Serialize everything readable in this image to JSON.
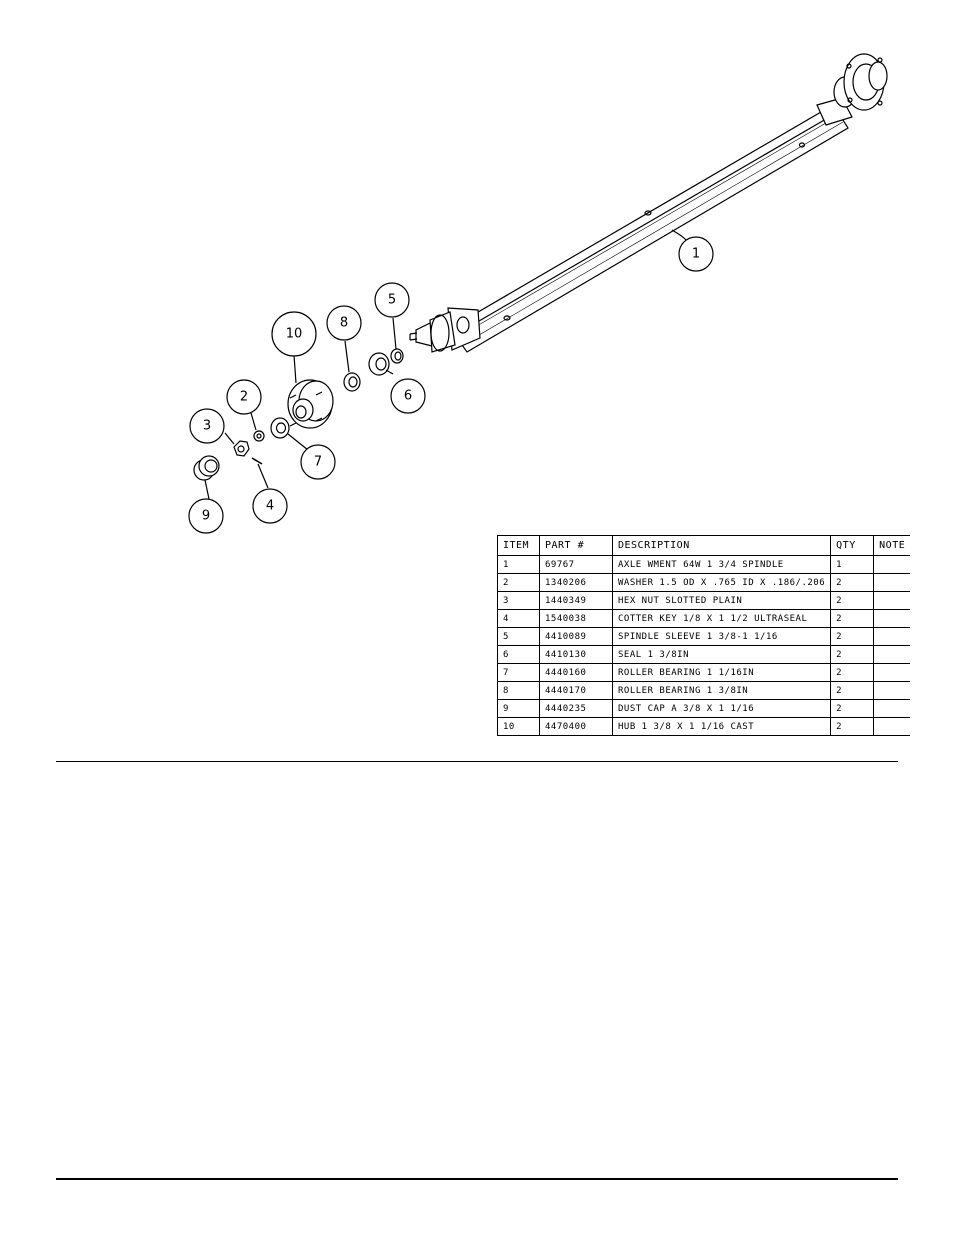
{
  "callouts": [
    {
      "id": "1",
      "label": "1"
    },
    {
      "id": "2",
      "label": "2"
    },
    {
      "id": "3",
      "label": "3"
    },
    {
      "id": "4",
      "label": "4"
    },
    {
      "id": "5",
      "label": "5"
    },
    {
      "id": "6",
      "label": "6"
    },
    {
      "id": "7",
      "label": "7"
    },
    {
      "id": "8",
      "label": "8"
    },
    {
      "id": "9",
      "label": "9"
    },
    {
      "id": "10",
      "label": "10"
    }
  ],
  "bom": {
    "headers": {
      "item": "ITEM",
      "part": "PART #",
      "description": "DESCRIPTION",
      "qty": "QTY",
      "note": "NOTE"
    },
    "rows": [
      {
        "item": "1",
        "part": "69767",
        "description": "AXLE WMENT 64W 1 3/4 SPINDLE",
        "qty": "1",
        "note": ""
      },
      {
        "item": "2",
        "part": "1340206",
        "description": "WASHER 1.5 OD X .765 ID X .186/.206",
        "qty": "2",
        "note": ""
      },
      {
        "item": "3",
        "part": "1440349",
        "description": "HEX NUT SLOTTED PLAIN",
        "qty": "2",
        "note": ""
      },
      {
        "item": "4",
        "part": "1540038",
        "description": "COTTER KEY 1/8 X 1 1/2 ULTRASEAL",
        "qty": "2",
        "note": ""
      },
      {
        "item": "5",
        "part": "4410089",
        "description": "SPINDLE SLEEVE 1 3/8-1 1/16",
        "qty": "2",
        "note": ""
      },
      {
        "item": "6",
        "part": "4410130",
        "description": "SEAL 1 3/8IN",
        "qty": "2",
        "note": ""
      },
      {
        "item": "7",
        "part": "4440160",
        "description": "ROLLER BEARING 1 1/16IN",
        "qty": "2",
        "note": ""
      },
      {
        "item": "8",
        "part": "4440170",
        "description": "ROLLER BEARING 1 3/8IN",
        "qty": "2",
        "note": ""
      },
      {
        "item": "9",
        "part": "4440235",
        "description": "DUST CAP A 3/8 X 1 1/16",
        "qty": "2",
        "note": ""
      },
      {
        "item": "10",
        "part": "4470400",
        "description": "HUB 1 3/8 X 1 1/16 CAST",
        "qty": "2",
        "note": ""
      }
    ]
  }
}
